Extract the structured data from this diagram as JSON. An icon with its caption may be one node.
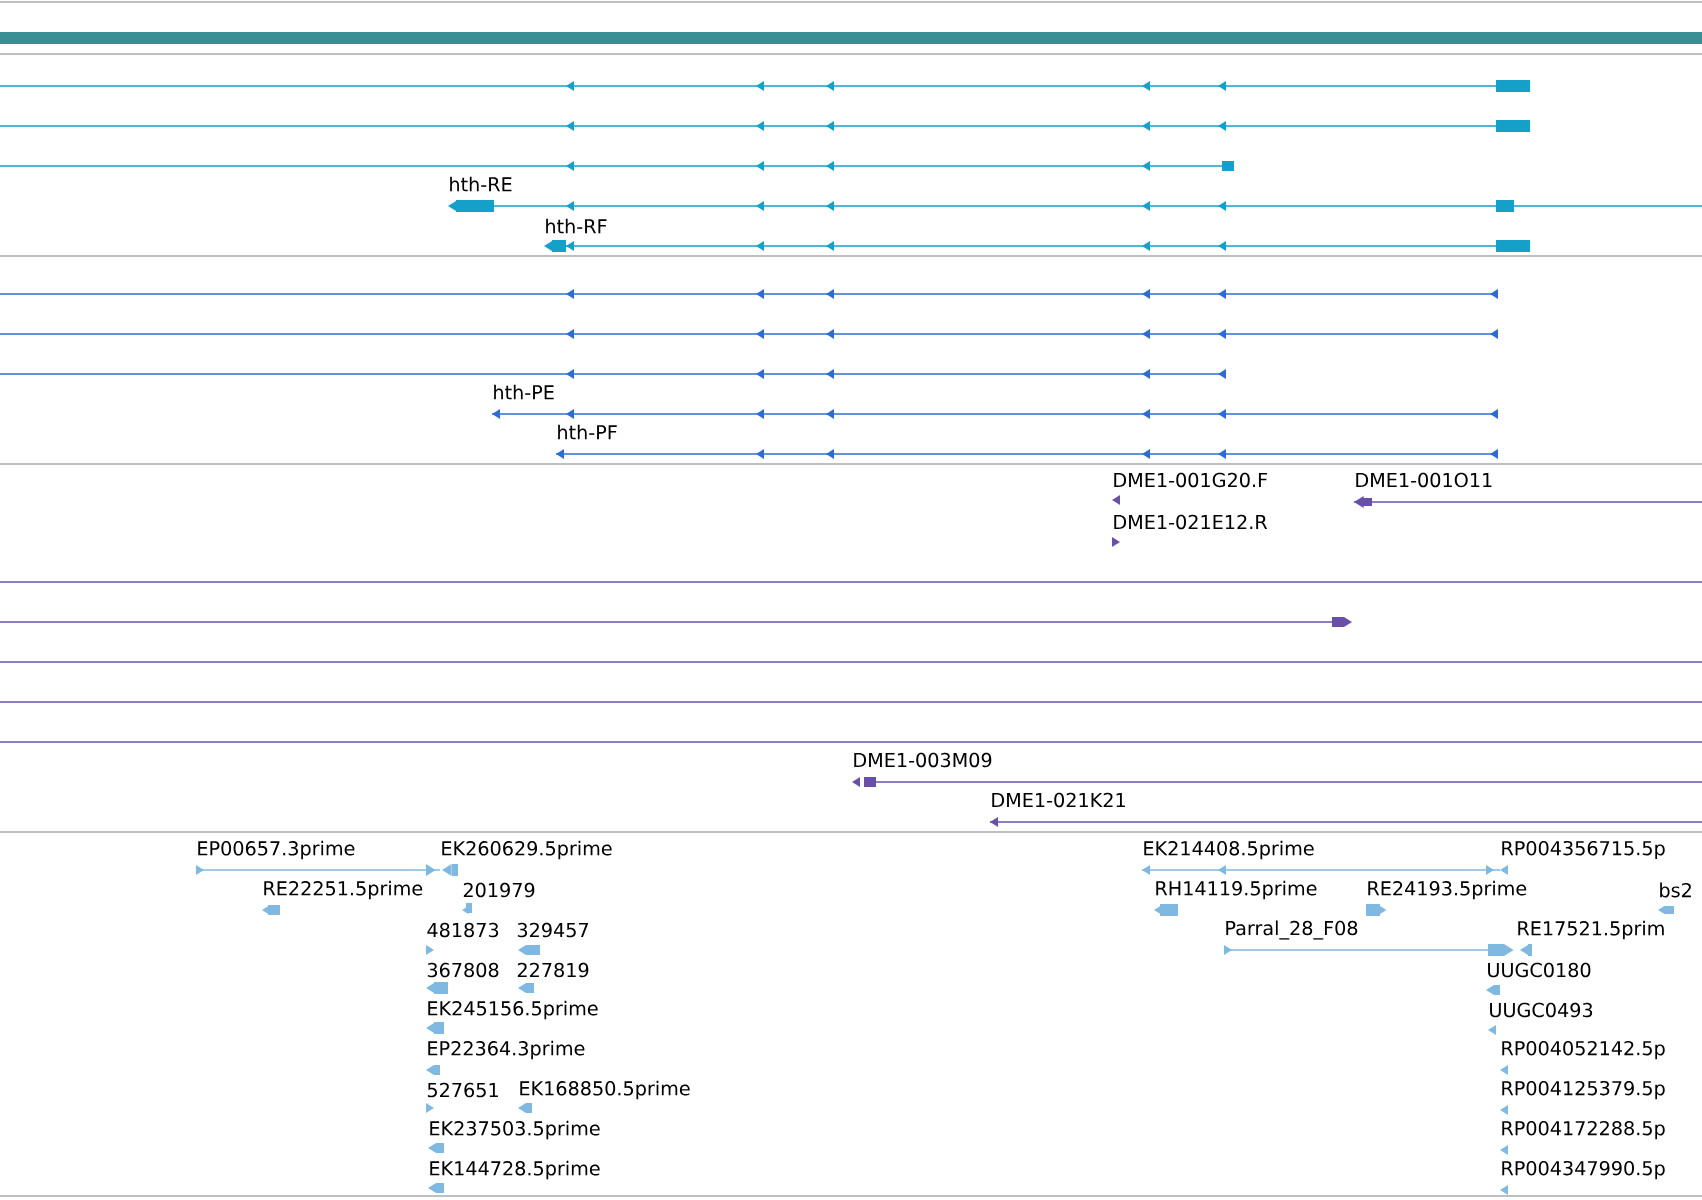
{
  "diagram": {
    "labels": [
      "hth-RE",
      "hth-RF",
      "hth-PE",
      "hth-PF",
      "DME1-001G20.F",
      "DME1-001O11",
      "DME1-021E12.R",
      "DME1-003M09",
      "DME1-021K21",
      "EP00657.3prime",
      "EK260629.5prime",
      "EK214408.5prime",
      "RP004356715.5p",
      "RE22251.5prime",
      "201979",
      "RH14119.5prime",
      "RE24193.5prime",
      "bs2",
      "481873",
      "329457",
      "Parral_28_F08",
      "RE17521.5prim",
      "367808",
      "227819",
      "UUGC0180",
      "EK245156.5prime",
      "UUGC0493",
      "EP22364.3prime",
      "RP004052142.5p",
      "527651",
      "EK168850.5prime",
      "RP004125379.5p",
      "EK237503.5prime",
      "RP004172288.5p",
      "EK144728.5prime",
      "RP004347990.5p"
    ]
  }
}
